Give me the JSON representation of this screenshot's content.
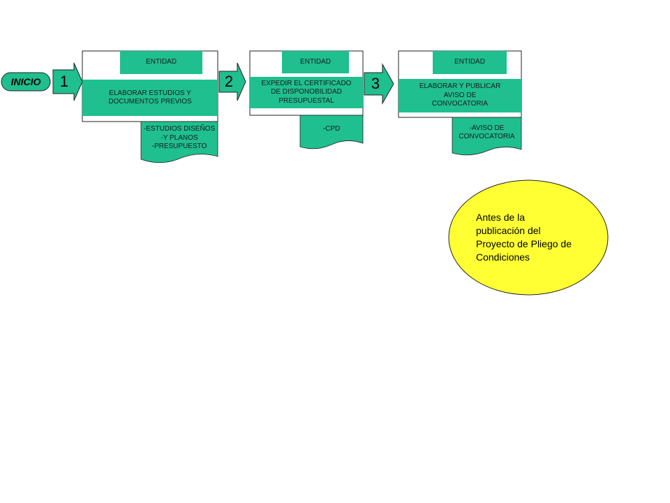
{
  "start": {
    "label": "INICIO"
  },
  "steps": [
    {
      "number": "1",
      "actor": "ENTIDAD",
      "activity": "ELABORAR ESTUDIOS Y\nDOCUMENTOS PREVIOS",
      "document": "-ESTUDIOS DISEÑOS\n-Y PLANOS\n-PRESUPUESTO"
    },
    {
      "number": "2",
      "actor": "ENTIDAD",
      "activity": "EXPEDIR EL CERTIFICADO\nDE DISPONOBILIDAD\nPRESUPUESTAL",
      "document": "-CPD"
    },
    {
      "number": "3",
      "actor": "ENTIDAD",
      "activity": "ELABORAR Y PUBLICAR\nAVISO DE\nCONVOCATORIA",
      "document": "-AVISO DE\nCONVOCATORIA"
    }
  ],
  "note": "Antes de la\npublicación del\nProyecto de Pliego de\nCondiciones",
  "colors": {
    "box_fill": "#1fbf8f",
    "note_fill": "#ffff33",
    "outline": "#222222"
  }
}
